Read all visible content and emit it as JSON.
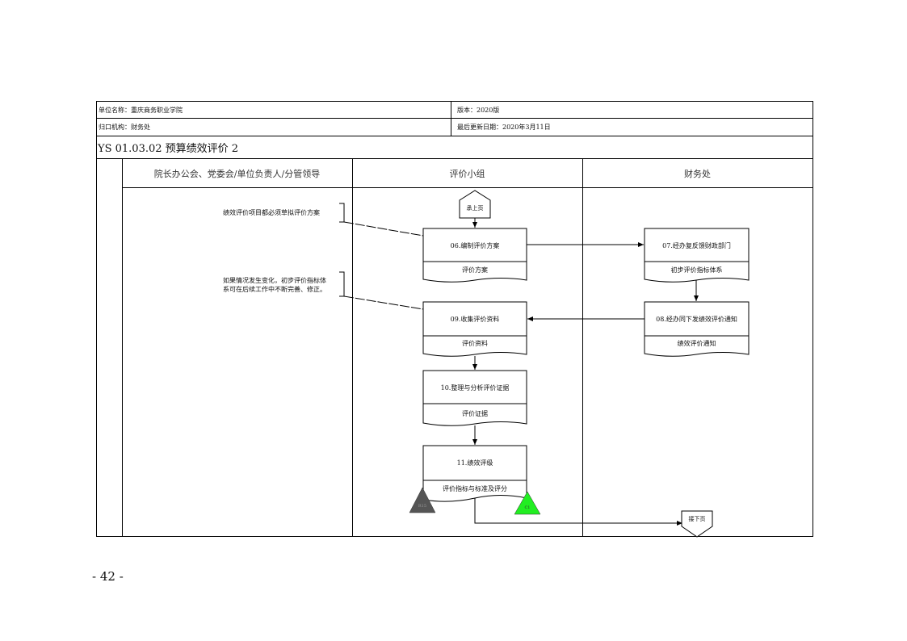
{
  "header": {
    "unit_name": "单位名称：重庆商务职业学院",
    "version": "版本：2020版",
    "department": "归口机构：财务处",
    "last_updated": "最后更新日期：2020年3月11日",
    "title": "YS 01.03.02 预算绩效评价 2"
  },
  "lanes": [
    {
      "label": "院长办公会、党委会/单位负责人/分管领导"
    },
    {
      "label": "评价小组"
    },
    {
      "label": "财务处"
    }
  ],
  "notes": [
    {
      "text": "绩效评价项目都必须草拟评价方案"
    },
    {
      "line1": "如果情况发生变化，初步评价指标体",
      "line2": "系可在后续工作中不断完善、修正。"
    }
  ],
  "connectors": {
    "from_prev": "承上页",
    "to_next": "接下页"
  },
  "steps": [
    {
      "id": "06",
      "title": "06.编制评价方案",
      "doc": "评价方案"
    },
    {
      "id": "07",
      "title": "07.经办复反馈财政部门",
      "doc": "初步评价指标体系"
    },
    {
      "id": "08",
      "title": "08.经办同下发绩效评价通知",
      "doc": "绩效评价通知"
    },
    {
      "id": "09",
      "title": "09.收集评价资料",
      "doc": "评价资料"
    },
    {
      "id": "10",
      "title": "10.整理与分析评价证据",
      "doc": "评价证据"
    },
    {
      "id": "11",
      "title": "11.绩效评级",
      "doc": "评价指标与标准及评分"
    }
  ],
  "risk_markers": [
    {
      "label": "R15",
      "color": "#555555"
    },
    {
      "label": "C1",
      "color": "#22ee22"
    }
  ],
  "footer": {
    "page_number": "- 42 -"
  }
}
